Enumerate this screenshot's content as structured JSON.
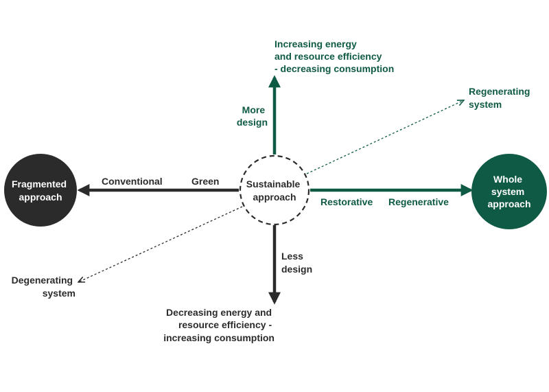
{
  "colors": {
    "dark": "#2b2b2b",
    "green": "#0f5a45",
    "white": "#ffffff"
  },
  "nodes": {
    "center": [
      "Sustainable",
      "approach"
    ],
    "left": [
      "Fragmented",
      "approach"
    ],
    "right": [
      "Whole",
      "system",
      "approach"
    ]
  },
  "labels": {
    "top": [
      "Increasing energy",
      "and resource efficiency",
      "- decreasing consumption"
    ],
    "more_design": [
      "More",
      "design"
    ],
    "regenerating": [
      "Regenerating",
      "system"
    ],
    "conventional": "Conventional",
    "green": "Green",
    "restorative": "Restorative",
    "regenerative": "Regenerative",
    "less_design": [
      "Less",
      "design"
    ],
    "bottom": [
      "Decreasing energy and",
      "resource efficiency -",
      "increasing consumption"
    ],
    "degenerating": [
      "Degenerating",
      "system"
    ]
  }
}
